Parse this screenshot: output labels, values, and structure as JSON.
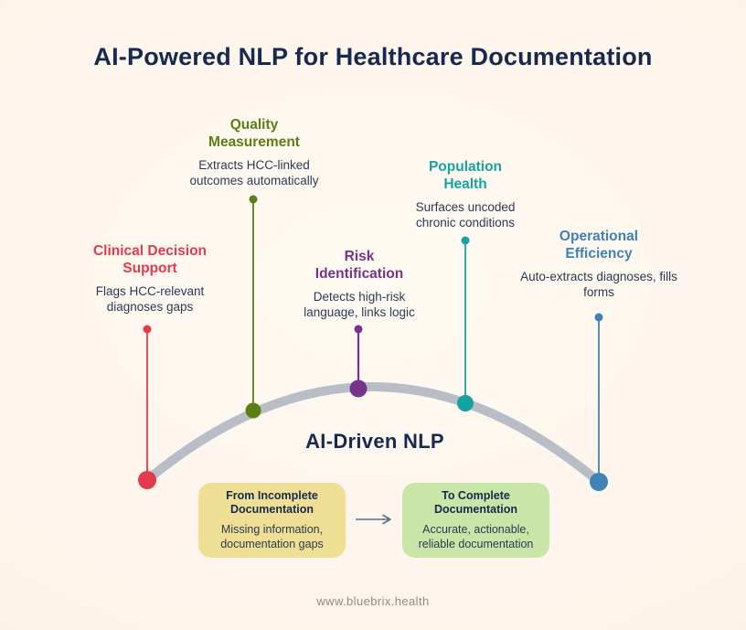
{
  "page": {
    "title": "AI-Powered NLP for Healthcare Documentation",
    "title_color": "#16294e",
    "background_color": "#fdf4ea",
    "body_text_color": "#2b3a55",
    "footer": "www.bluebrix.health",
    "footer_color": "#8f8b86"
  },
  "arc": {
    "label": "AI-Driven NLP",
    "label_color": "#16294e",
    "curve_color": "#b9bdc6"
  },
  "milestones": [
    {
      "label": "Clinical Decision Support",
      "description": "Flags HCC-relevant diagnoses gaps",
      "color": "#e23b4c"
    },
    {
      "label": "Quality Measurement",
      "description": "Extracts HCC-linked outcomes automatically",
      "color": "#5c7e17"
    },
    {
      "label": "Risk Identification",
      "description": "Detects high-risk language, links logic",
      "color": "#76338c"
    },
    {
      "label": "Population Health",
      "description": "Surfaces uncoded chronic conditions",
      "color": "#14a3a3"
    },
    {
      "label": "Operational Efficiency",
      "description": "Auto-extracts diagnoses, fills forms",
      "color": "#3f82b8"
    }
  ],
  "flow": {
    "arrow_color": "#5c6d8c",
    "from": {
      "title": "From Incomplete Documentation",
      "description": "Missing information, documentation gaps",
      "fill": "#efdf94"
    },
    "to": {
      "title": "To Complete Documentation",
      "description": "Accurate, actionable, reliable documentation",
      "fill": "#c8e6a8"
    }
  }
}
